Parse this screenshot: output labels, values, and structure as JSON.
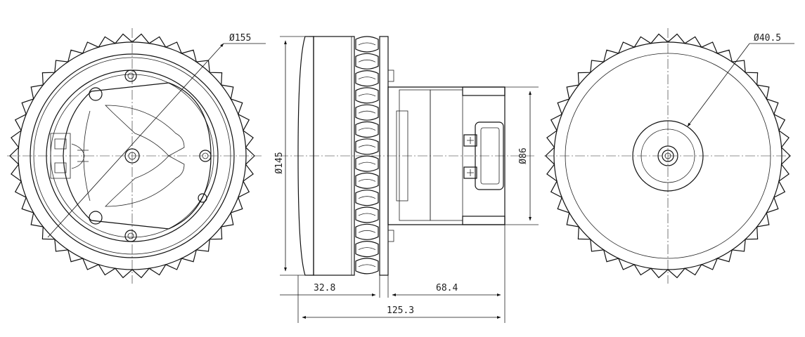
{
  "dimensions": {
    "left_diameter": "Ø155",
    "height": "Ø145",
    "flange_depth": "32.8",
    "motor_length": "68.4",
    "overall_length": "125.3",
    "motor_diameter": "Ø86",
    "right_diameter": "Ø40.5"
  },
  "colors": {
    "line": "#111111",
    "background": "#ffffff"
  }
}
